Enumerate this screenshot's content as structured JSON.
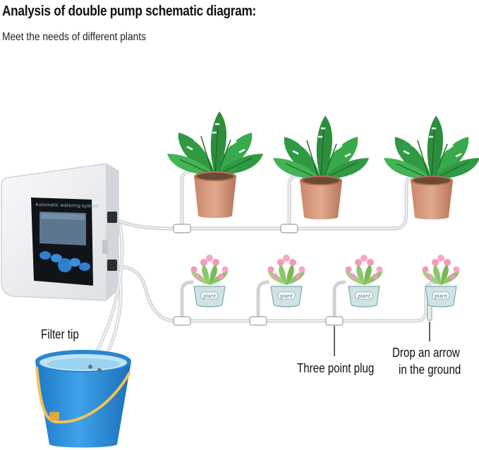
{
  "title": "Analysis of double pump schematic diagram:",
  "subtitle": "Meet the needs of different plants",
  "device": {
    "screen_label": "Automatic watering system",
    "colors": {
      "body": "#eef0f3",
      "screen": "#5d7690",
      "buttons": "#2f7fd1"
    }
  },
  "plant_pots": {
    "label": "plant",
    "large_count": 3,
    "small_count": 4
  },
  "labels": {
    "filter_tip": "Filter tip",
    "three_point_plug": "Three point plug",
    "drop_arrow_line1": "Drop an arrow",
    "drop_arrow_line2": "in the ground"
  },
  "colors": {
    "bucket": "#2f8fd8",
    "bucket_handle": "#f2c15a",
    "tube": "#d9dcde",
    "leaf": "#2f9a43",
    "pot": "#d4967a"
  }
}
